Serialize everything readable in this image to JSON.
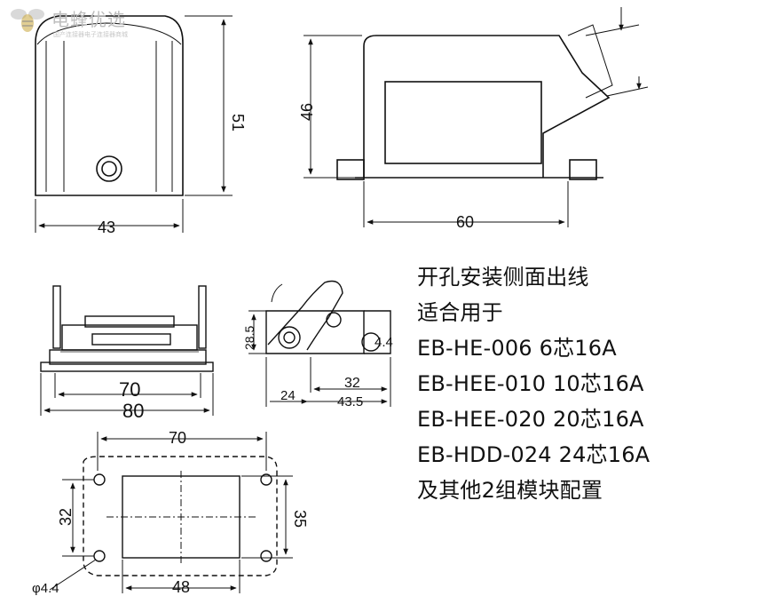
{
  "watermark": {
    "name": "电蜂优选",
    "tagline": "国产连接器电子连接器商城"
  },
  "dimensions": {
    "front_width": "43",
    "front_height": "51",
    "side_height": "46",
    "side_width": "60",
    "plate_inner": "70",
    "plate_outer": "80",
    "latch_height": "28.5",
    "latch_span": "32",
    "latch_offset": "24",
    "latch_total": "43.5",
    "hole_dia_side": "4.4",
    "cut_width": "70",
    "cut_height_left": "32",
    "cut_height_right": "35",
    "cut_inner": "48",
    "hole_dia": "φ4.4"
  },
  "spec": {
    "lines": [
      "开孔安装侧面出线",
      "适合用于",
      "EB-HE-006 6芯16A",
      "EB-HEE-010 10芯16A",
      "EB-HEE-020 20芯16A",
      "EB-HDD-024 24芯16A",
      "及其他2组模块配置"
    ]
  }
}
